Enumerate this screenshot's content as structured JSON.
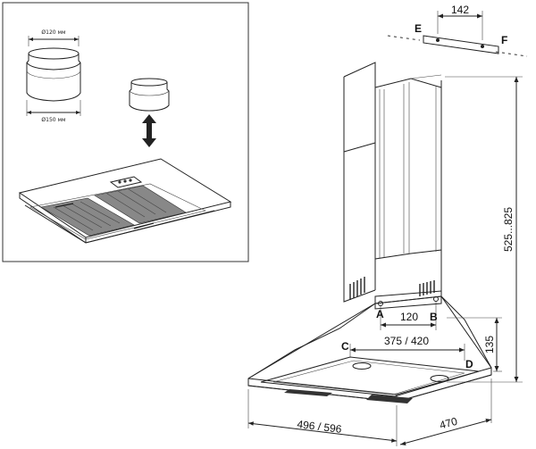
{
  "inset": {
    "adapter_top_label": "Ø120 мм",
    "adapter_bottom_label": "Ø150 мм"
  },
  "dimensions": {
    "bracket_width": "142",
    "chimney_height": "525...825",
    "ab_distance": "120",
    "cd_distance": "375 / 420",
    "hood_height": "135",
    "hood_width": "496 / 596",
    "hood_depth": "470"
  },
  "points": {
    "a": "A",
    "b": "B",
    "c": "C",
    "d": "D",
    "e": "E",
    "f": "F"
  }
}
